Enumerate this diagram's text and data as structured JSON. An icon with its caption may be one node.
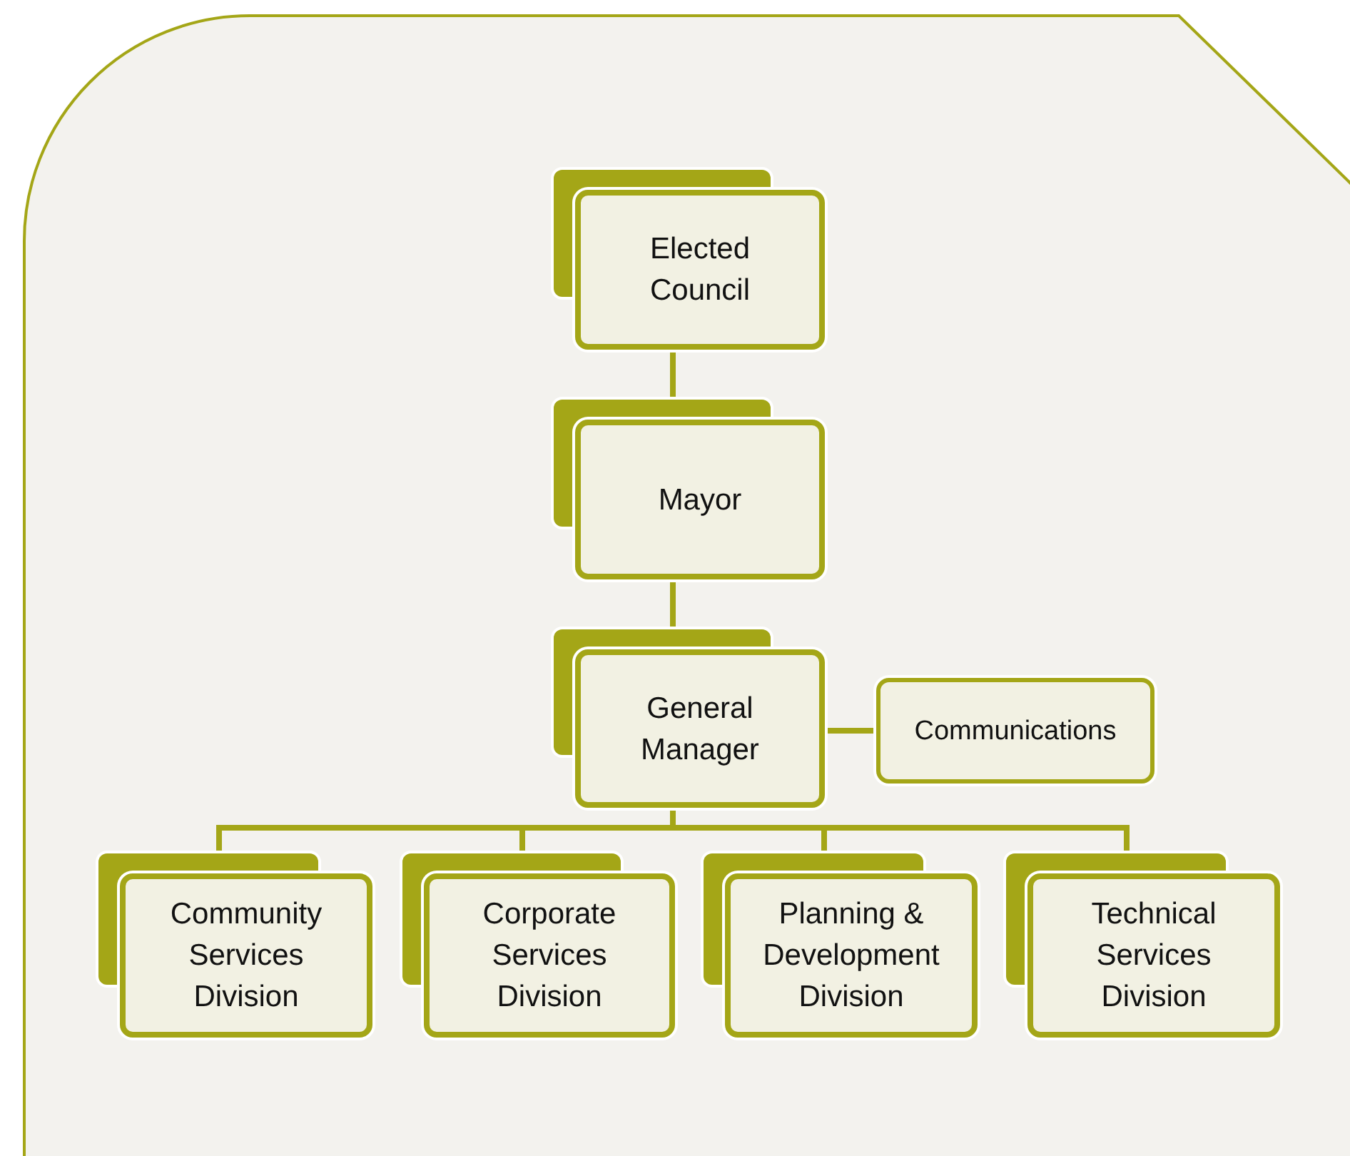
{
  "diagram": {
    "nodes": [
      {
        "text": [
          "Elected Council"
        ]
      },
      {
        "text": [
          "Mayor"
        ]
      },
      {
        "text": [
          "General Manager"
        ]
      },
      {
        "text": [
          "Communications"
        ]
      },
      {
        "text": [
          "Community Services Division"
        ]
      },
      {
        "text": [
          "Corporate Services Division"
        ]
      },
      {
        "text": [
          "Planning & Development Division"
        ]
      },
      {
        "text": [
          "Technical Services Division"
        ]
      }
    ],
    "edges": [
      {
        "from": 0,
        "to": 1,
        "arrow": "none"
      },
      {
        "from": 1,
        "to": 2,
        "arrow": "none"
      },
      {
        "from": 2,
        "to": 3,
        "arrow": "none"
      },
      {
        "from": 2,
        "to": 4,
        "arrow": "none"
      },
      {
        "from": 2,
        "to": 5,
        "arrow": "none"
      },
      {
        "from": 2,
        "to": 6,
        "arrow": "none"
      },
      {
        "from": 2,
        "to": 7,
        "arrow": "none"
      }
    ]
  }
}
